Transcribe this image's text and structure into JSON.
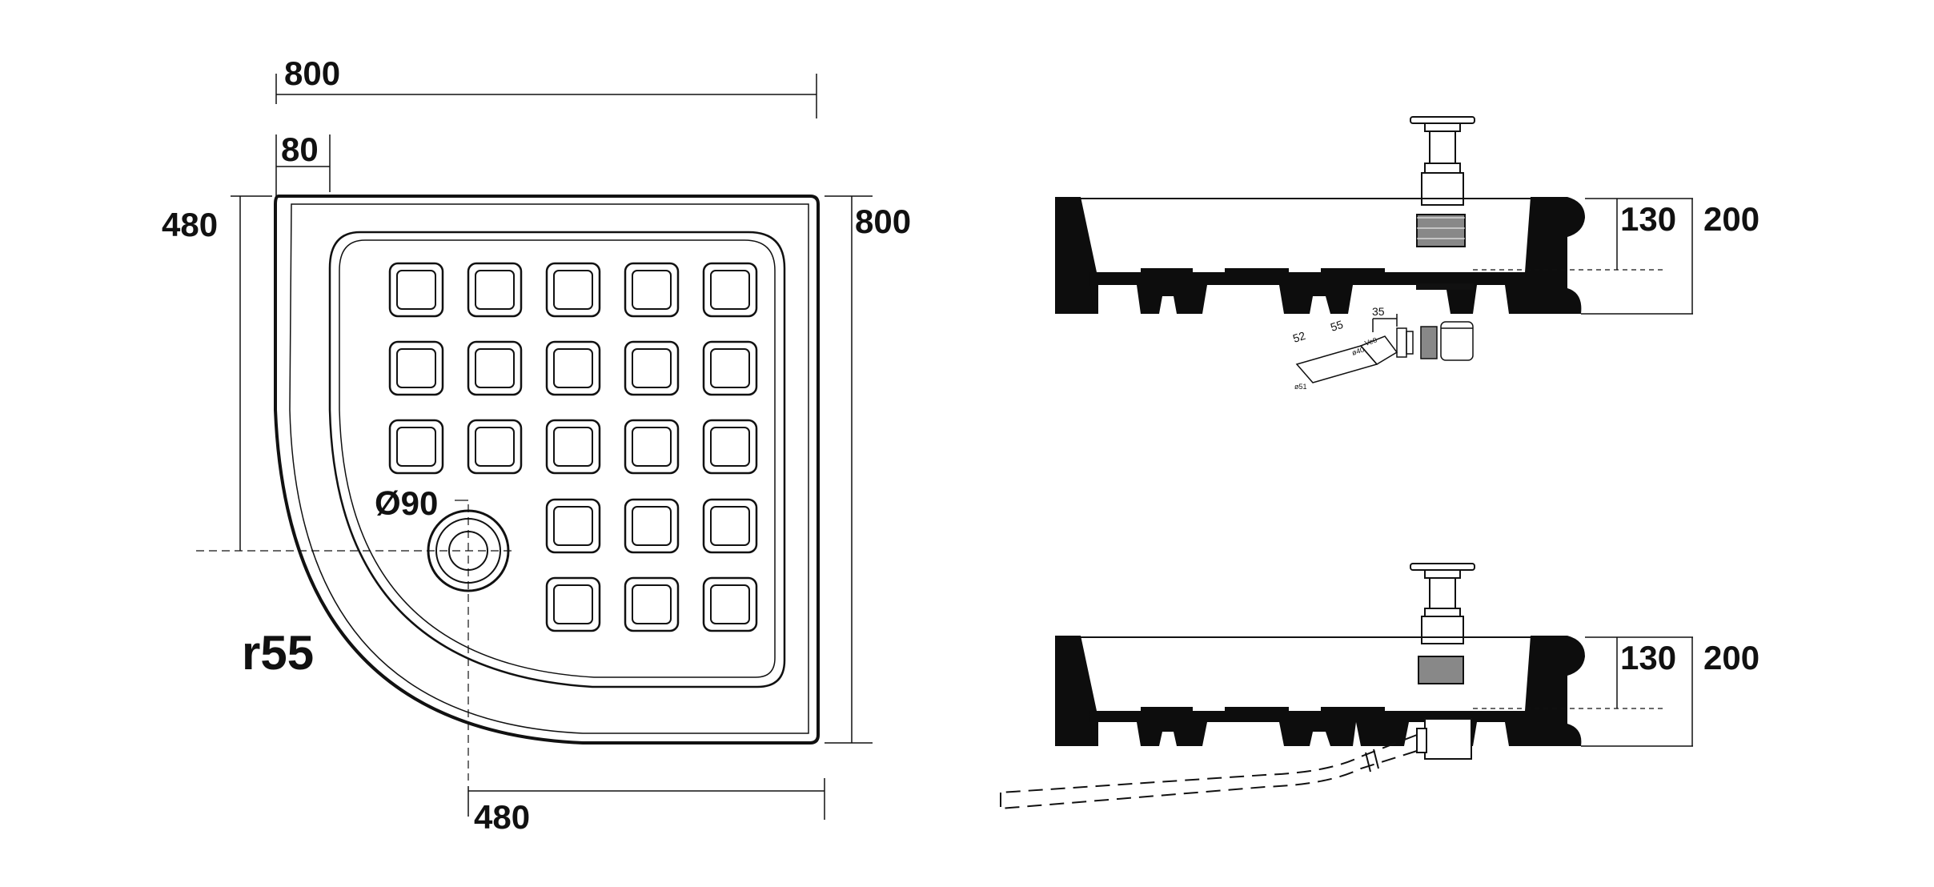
{
  "plan_view": {
    "width_label": "800",
    "offset_label": "80",
    "left_height_label": "480",
    "right_height_label": "800",
    "drain_label": "Ø90",
    "radius_label": "r55",
    "bottom_offset_label": "480"
  },
  "section_top": {
    "depth_label": "130",
    "height_label": "200",
    "pipe_labels": {
      "a": "52",
      "b": "55",
      "c": "35",
      "d": "ø40",
      "e": "ø51",
      "f": "Ve0"
    }
  },
  "section_bottom": {
    "depth_label": "130",
    "height_label": "200"
  },
  "colors": {
    "ink": "#111111",
    "fill": "#0d0d0d",
    "thread": "#888888"
  }
}
